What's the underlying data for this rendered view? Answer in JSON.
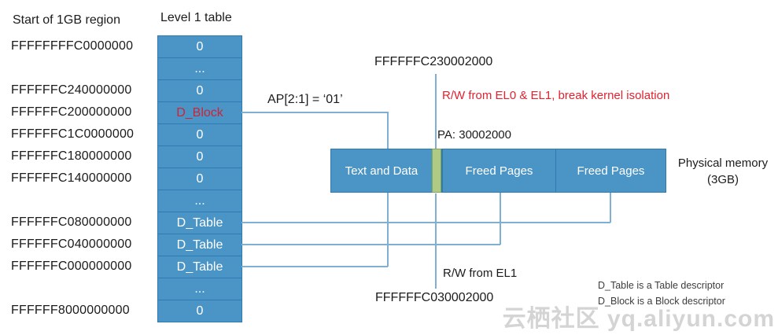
{
  "titles": {
    "region_column": "Start of 1GB region",
    "table_column": "Level 1 table"
  },
  "level1_table": {
    "rows": [
      {
        "value": "0"
      },
      {
        "value": "..."
      },
      {
        "value": "0"
      },
      {
        "value": "D_Block",
        "highlight": true
      },
      {
        "value": "0"
      },
      {
        "value": "0"
      },
      {
        "value": "0"
      },
      {
        "value": "..."
      },
      {
        "value": "D_Table"
      },
      {
        "value": "D_Table"
      },
      {
        "value": "D_Table"
      },
      {
        "value": "..."
      },
      {
        "value": "0"
      }
    ]
  },
  "addresses": [
    "FFFFFFFFC0000000",
    "FFFFFFC240000000",
    "FFFFFFC200000000",
    "FFFFFFC1C0000000",
    "FFFFFFC180000000",
    "FFFFFFC140000000",
    "FFFFFFC080000000",
    "FFFFFFC040000000",
    "FFFFFFC000000000",
    "FFFFFF8000000000"
  ],
  "annotations": {
    "ap_bits": "AP[2:1] = ‘01’",
    "va_top": "FFFFFFC230002000",
    "rw_el0_el1": "R/W from EL0 & EL1, break kernel isolation",
    "pa": "PA: 30002000",
    "rw_el1": "R/W from EL1",
    "va_bottom": "FFFFFFC030002000"
  },
  "physical_memory": {
    "segments": [
      {
        "label": "Text and Data"
      },
      {
        "label": "Freed Pages"
      },
      {
        "label": "Freed Pages"
      }
    ],
    "caption_line1": "Physical memory",
    "caption_line2": "(3GB)"
  },
  "legend": [
    "D_Table is a Table descriptor",
    "D_Block is a Block descriptor"
  ],
  "watermark": "云栖社区 yq.aliyun.com",
  "colors": {
    "cell_fill": "#4a95c6",
    "cell_border": "#2e7ab2",
    "connector": "#7fb0d4",
    "slice_green": "#afca84",
    "slice_green_border": "#84a653",
    "red": "#e02330",
    "dblock_red": "#cd2438"
  }
}
